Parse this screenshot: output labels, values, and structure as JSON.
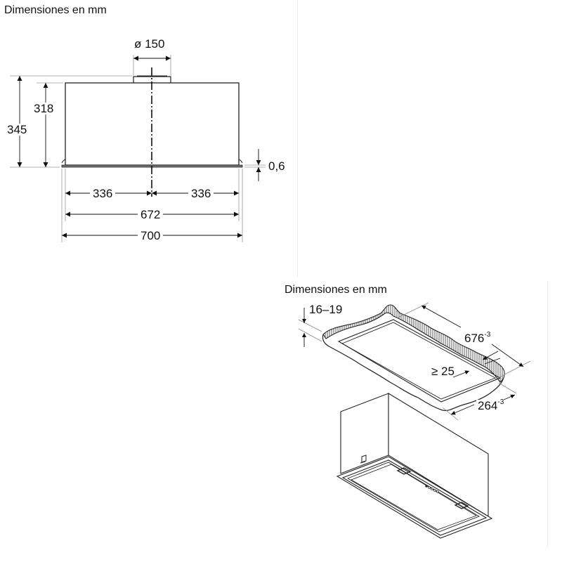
{
  "front_view": {
    "title": "Dimensiones en mm",
    "dimensions": {
      "duct_diameter": "ø 150",
      "total_height": "345",
      "body_height": "318",
      "frame_thickness": "0,6",
      "half_width_left": "336",
      "half_width_right": "336",
      "body_width": "672",
      "total_width": "700"
    }
  },
  "installation_view": {
    "title": "Dimensiones en mm",
    "dimensions": {
      "panel_thickness": "16–19",
      "cutout_length": "676",
      "cutout_length_tolerance": "-3",
      "edge_distance": "≥ 25",
      "cutout_depth": "264",
      "cutout_depth_tolerance": "-3"
    }
  },
  "colors": {
    "line": "#111111",
    "extension_line": "#9a9a9a",
    "frame_fill": "#777777",
    "divider": "#ececec"
  }
}
